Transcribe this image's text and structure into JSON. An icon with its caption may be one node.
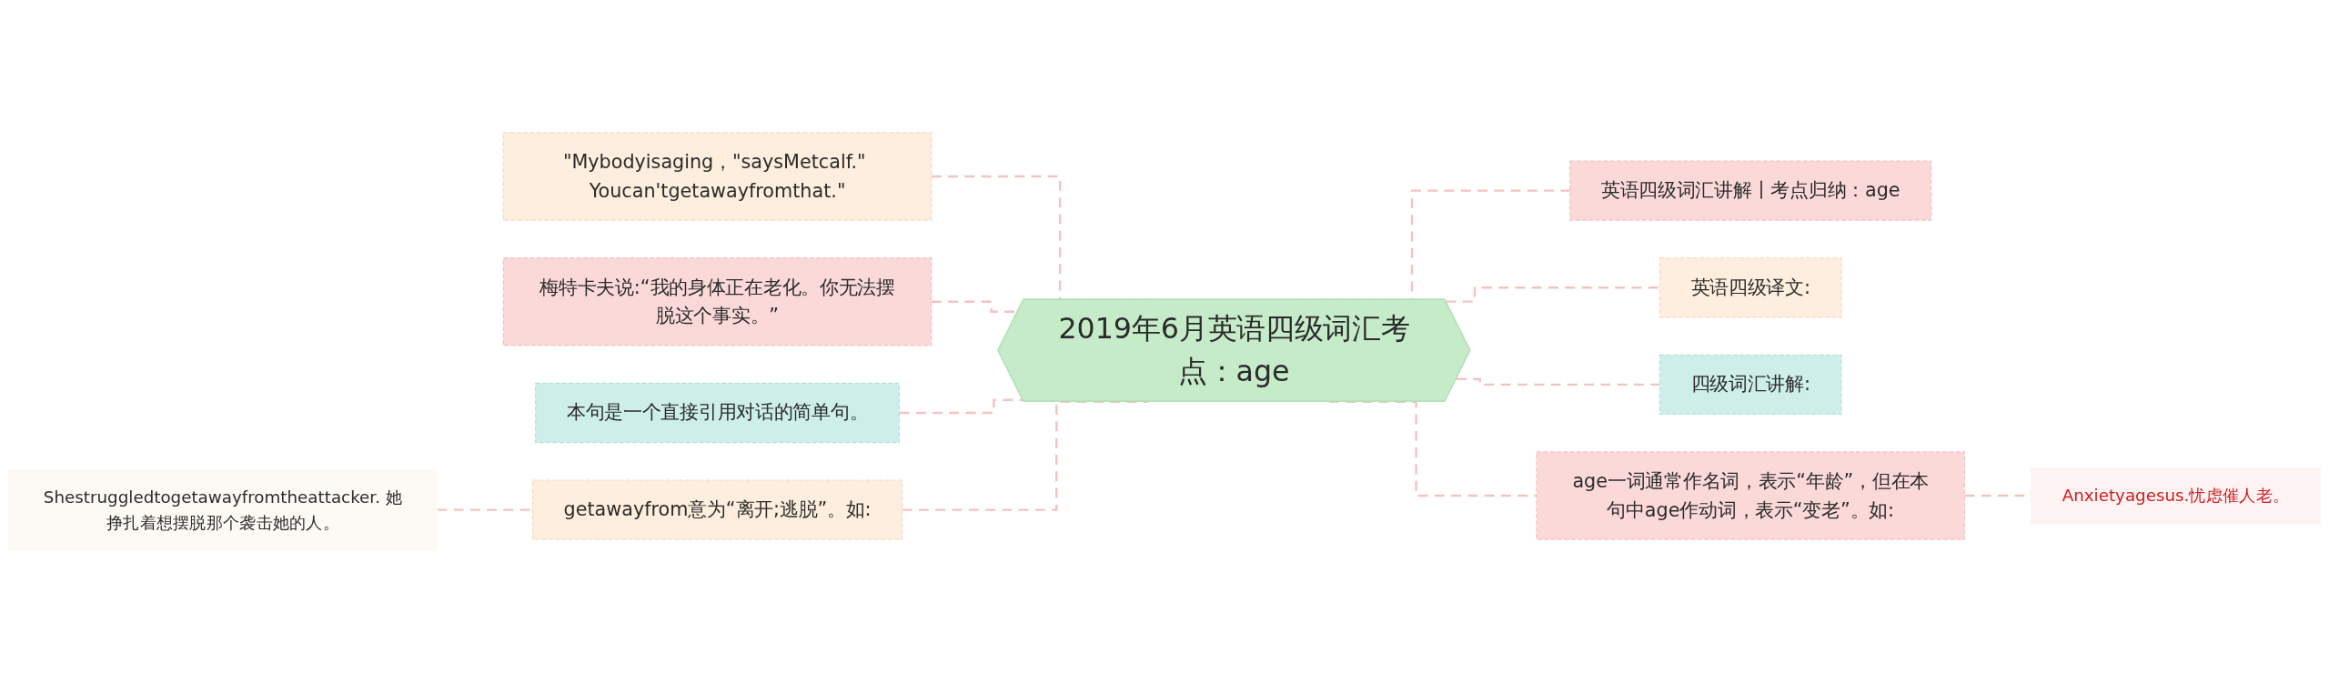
{
  "diagram": {
    "nodes": [
      {
        "text": [
          "2019年6月英语四级词汇考点：age"
        ]
      },
      {
        "text": [
          "\"Mybodyisaging，\"saysMetcalf.\" Youcan'tgetawayfromthat.\""
        ]
      },
      {
        "text": [
          "梅特卡夫说:“我的身体正在老化。你无法摆脱这个事实。”"
        ]
      },
      {
        "text": [
          "本句是一个直接引用对话的简单句。"
        ]
      },
      {
        "text": [
          "getawayfrom意为“离开;逃脱”。如:"
        ]
      },
      {
        "text": [
          "Shestruggledtogetawayfromtheattacker. 她挣扎着想摆脱那个袭击她的人。"
        ]
      },
      {
        "text": [
          "英语四级词汇讲解丨考点归纳：age"
        ]
      },
      {
        "text": [
          "英语四级译文:"
        ]
      },
      {
        "text": [
          "四级词汇讲解:"
        ]
      },
      {
        "text": [
          "age一词通常作名词，表示“年龄”，但在本句中age作动词，表示“变老”。如:"
        ]
      },
      {
        "text": [
          "Anxietyagesus.忧虑催人老。"
        ]
      }
    ],
    "edges": [
      {
        "from": 1,
        "to": 0,
        "arrow": "none",
        "style": "dashed"
      },
      {
        "from": 2,
        "to": 0,
        "arrow": "none",
        "style": "dashed"
      },
      {
        "from": 3,
        "to": 0,
        "arrow": "none",
        "style": "dashed"
      },
      {
        "from": 4,
        "to": 0,
        "arrow": "none",
        "style": "dashed"
      },
      {
        "from": 5,
        "to": 4,
        "arrow": "none",
        "style": "dashed"
      },
      {
        "from": 0,
        "to": 6,
        "arrow": "none",
        "style": "dashed"
      },
      {
        "from": 0,
        "to": 7,
        "arrow": "none",
        "style": "dashed"
      },
      {
        "from": 0,
        "to": 8,
        "arrow": "none",
        "style": "dashed"
      },
      {
        "from": 0,
        "to": 9,
        "arrow": "none",
        "style": "dashed"
      },
      {
        "from": 9,
        "to": 10,
        "arrow": "none",
        "style": "dashed"
      }
    ]
  }
}
